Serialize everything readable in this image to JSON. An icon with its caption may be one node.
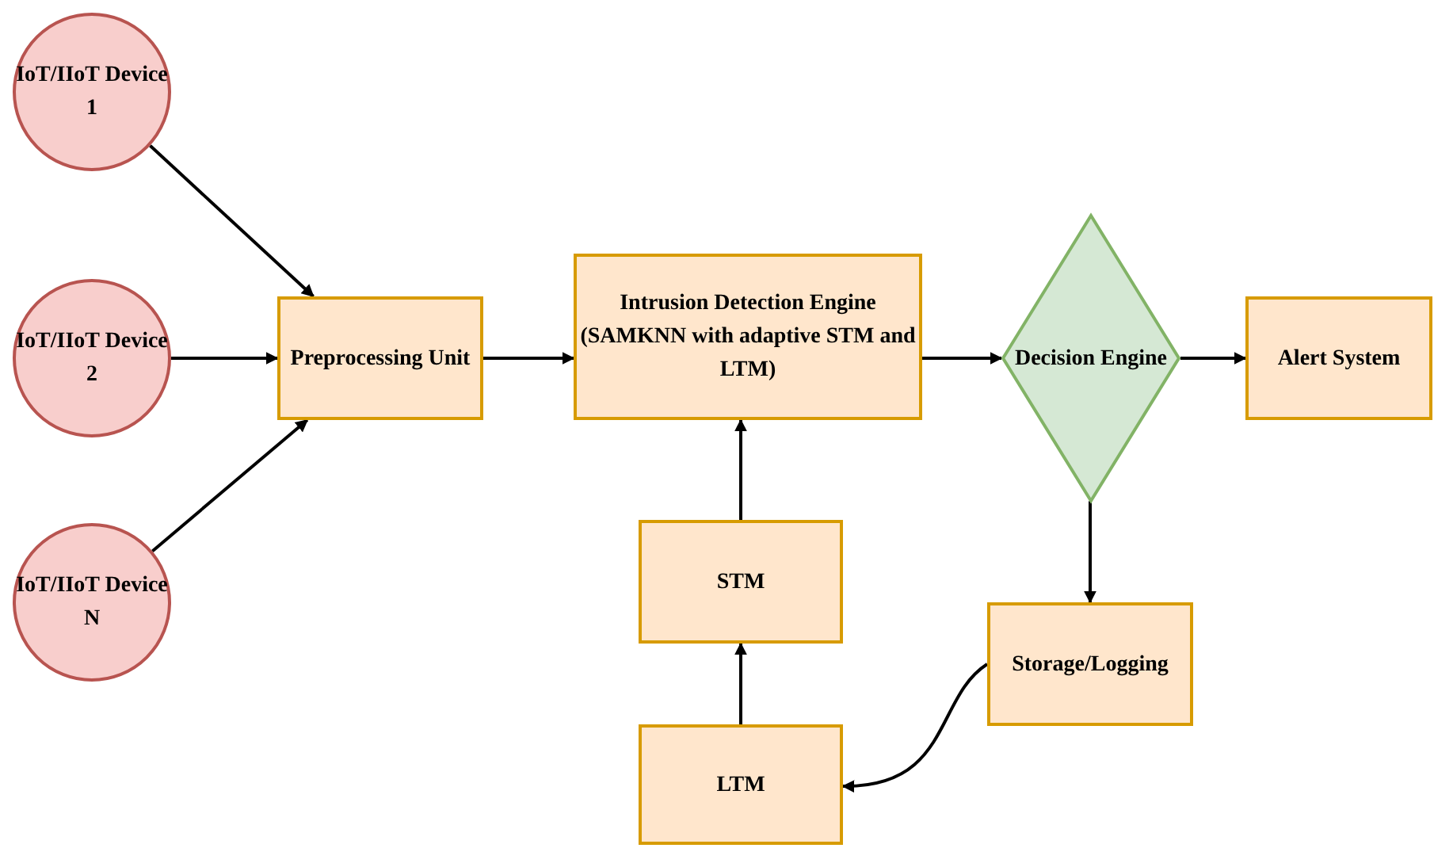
{
  "diagram": {
    "nodes": [
      {
        "text": [
          "IoT/IIoT Device 1"
        ]
      },
      {
        "text": [
          "IoT/IIoT Device 2"
        ]
      },
      {
        "text": [
          "IoT/IIoT Device N"
        ]
      },
      {
        "text": [
          "Preprocessing Unit"
        ]
      },
      {
        "text": [
          "Intrusion Detection Engine (SAMKNN with adaptive STM and LTM)"
        ]
      },
      {
        "text": [
          "Decision Engine"
        ]
      },
      {
        "text": [
          "Alert System"
        ]
      },
      {
        "text": [
          "STM"
        ]
      },
      {
        "text": [
          "LTM"
        ]
      },
      {
        "text": [
          "Storage/Logging"
        ]
      }
    ],
    "edges": [
      {
        "from": 0,
        "to": 3,
        "arrow": "to"
      },
      {
        "from": 1,
        "to": 3,
        "arrow": "to"
      },
      {
        "from": 2,
        "to": 3,
        "arrow": "to"
      },
      {
        "from": 3,
        "to": 4,
        "arrow": "to"
      },
      {
        "from": 4,
        "to": 5,
        "arrow": "to"
      },
      {
        "from": 5,
        "to": 6,
        "arrow": "to"
      },
      {
        "from": 8,
        "to": 7,
        "arrow": "to"
      },
      {
        "from": 7,
        "to": 4,
        "arrow": "to"
      },
      {
        "from": 5,
        "to": 9,
        "arrow": "to"
      },
      {
        "from": 9,
        "to": 8,
        "arrow": "to"
      }
    ]
  }
}
